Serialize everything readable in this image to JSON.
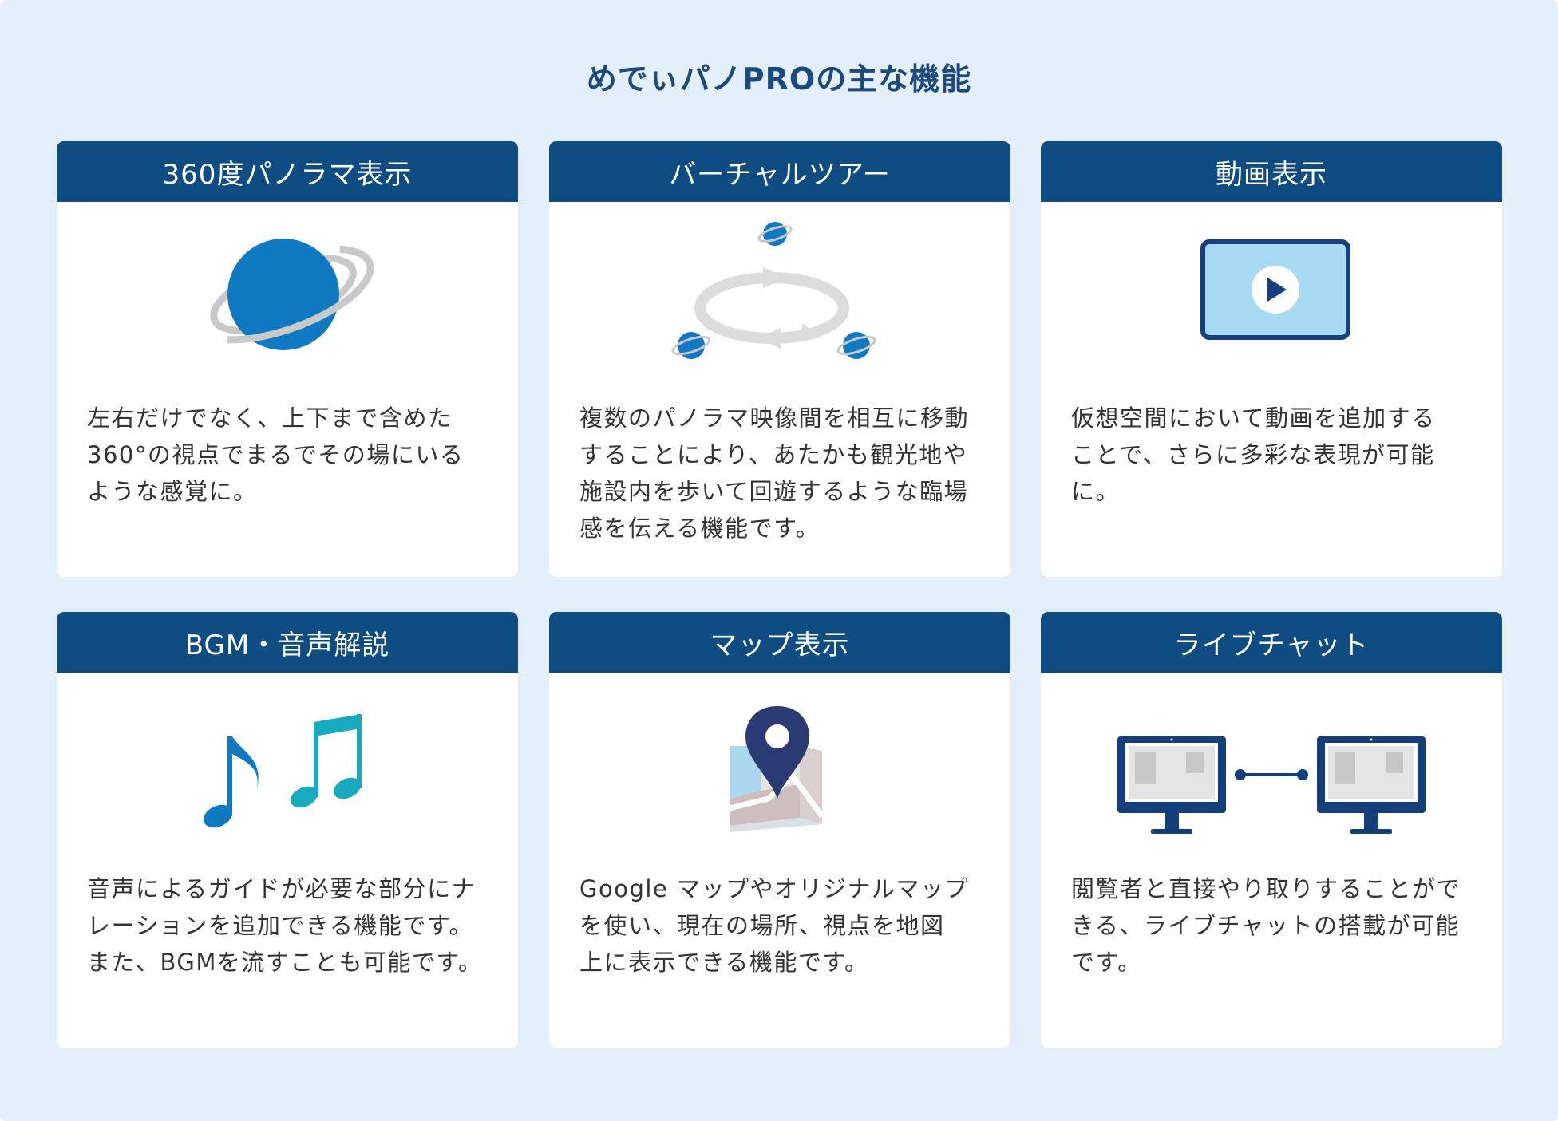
{
  "title": "めでぃパノPROの主な機能",
  "features": [
    {
      "heading": "360度パノラマ表示",
      "description": "左右だけでなく、上下まで含めた\n360°の視点でまるでその場にいる\nような感覚に。",
      "icon": "planet-icon"
    },
    {
      "heading": "バーチャルツアー",
      "description": "複数のパノラマ映像間を相互に移動\nすることにより、あたかも観光地や\n施設内を歩いて回遊するような臨場\n感を伝える機能です。",
      "icon": "virtual-tour-icon"
    },
    {
      "heading": "動画表示",
      "description": "仮想空間において動画を追加する\nことで、さらに多彩な表現が可能に。",
      "icon": "video-play-icon"
    },
    {
      "heading": "BGM・音声解説",
      "description": "音声によるガイドが必要な部分にナ\nレーションを追加できる機能です。\nまた、BGMを流すことも可能です。",
      "icon": "music-notes-icon"
    },
    {
      "heading": "マップ表示",
      "description": "Google マップやオリジナルマップ\nを使い、現在の場所、視点を地図\n上に表示できる機能です。",
      "icon": "map-pin-icon"
    },
    {
      "heading": "ライブチャット",
      "description": "閲覧者と直接やり取りすることがで\nきる、ライブチャットの搭載が可能\nです。",
      "icon": "connected-monitors-icon"
    }
  ],
  "colors": {
    "background": "#e3effb",
    "header": "#0e4c82",
    "title": "#1c4a7e",
    "accent_blue": "#1079c2",
    "teal": "#1aaabf",
    "navy": "#173f7d"
  }
}
